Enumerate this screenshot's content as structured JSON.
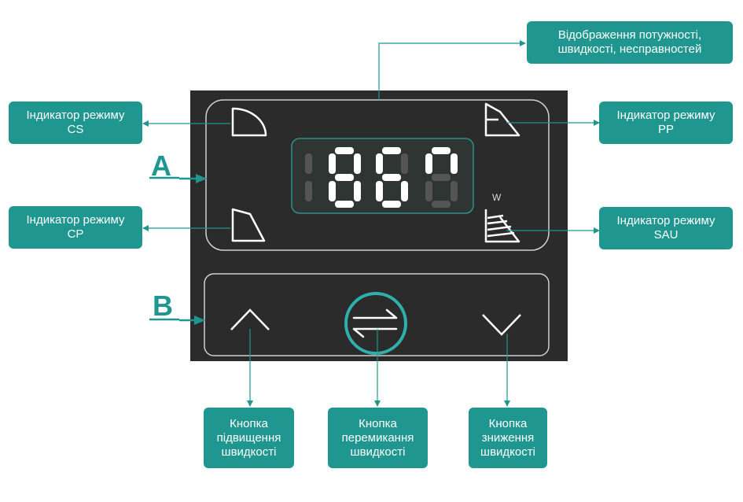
{
  "callouts": {
    "display": [
      "Відображення потужності,",
      "швидкості, несправностей"
    ],
    "cs": [
      "Індикатор режиму",
      "CS"
    ],
    "cp": [
      "Індикатор режиму",
      "CP"
    ],
    "pp": [
      "Індикатор режиму",
      "PP"
    ],
    "sau": [
      "Індикатор режиму",
      "SAU"
    ],
    "up_button": [
      "Кнопка",
      "підвищення",
      "швидкості"
    ],
    "switch_button": [
      "Кнопка",
      "перемикання",
      "швидкості"
    ],
    "down_button": [
      "Кнопка",
      "зниження",
      "швидкості"
    ]
  },
  "sections": {
    "a": "A",
    "b": "B"
  },
  "display": {
    "unit": "W"
  },
  "colors": {
    "accent": "#1f9690",
    "panel": "#2b2b2b",
    "segment_on": "#ffffff",
    "segment_off": "#555555"
  }
}
